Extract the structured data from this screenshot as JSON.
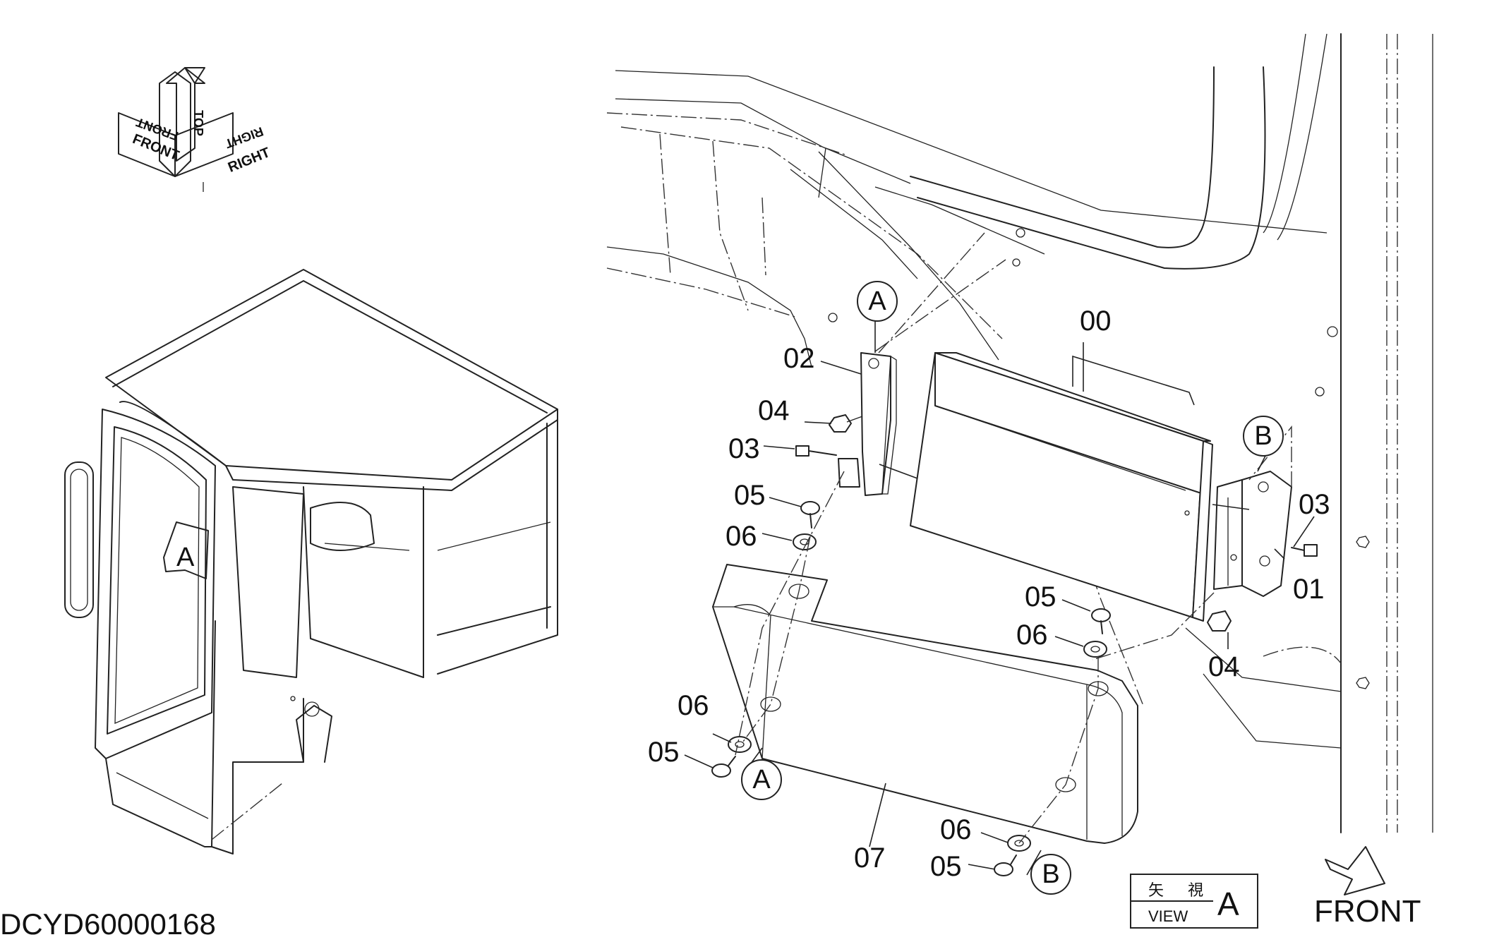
{
  "drawing_number": "DCYD60000168",
  "orientation": {
    "front": "FRONT",
    "top": "TOP",
    "right": "RIGHT"
  },
  "view_marker": {
    "letter": "A"
  },
  "view_box": {
    "japanese": "矢 視",
    "english": "VIEW",
    "letter": "A"
  },
  "front_label": "FRONT",
  "callout_letters": {
    "a": "A",
    "b": "B"
  },
  "part_labels": {
    "p00": "00",
    "p01": "01",
    "p02": "02",
    "p03_left": "03",
    "p03_right": "03",
    "p04_left": "04",
    "p04_right": "04",
    "p05_top": "05",
    "p05_mid": "05",
    "p05_left": "05",
    "p05_bottom": "05",
    "p06_top": "06",
    "p06_mid": "06",
    "p06_left": "06",
    "p06_bottom": "06",
    "p07": "07"
  }
}
